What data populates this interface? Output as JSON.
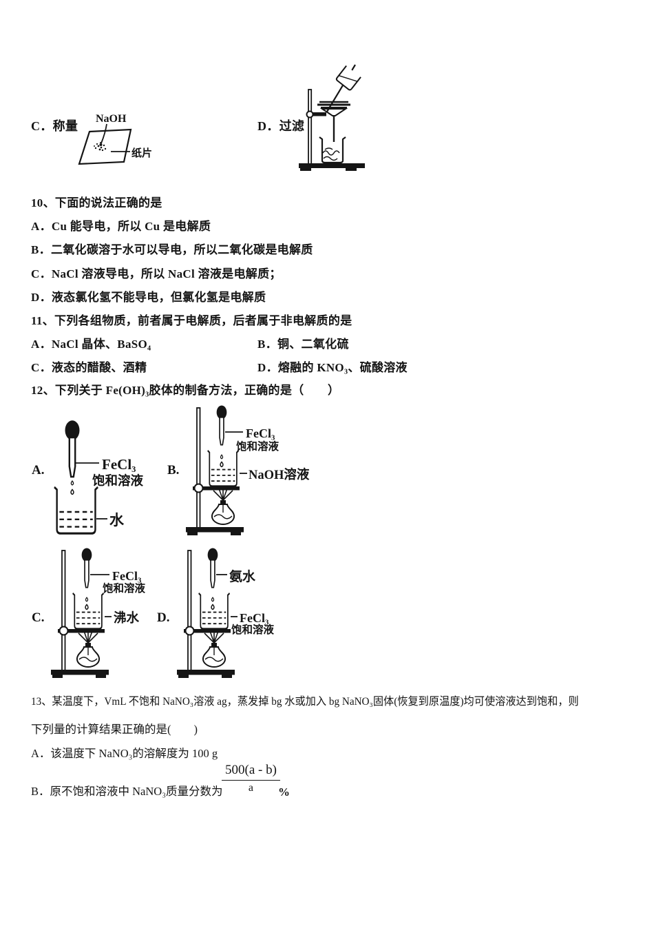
{
  "prev": {
    "option_c_label": "C．称量",
    "weighing": {
      "substance": "NaOH",
      "paper": "纸片"
    },
    "option_d_label": "D．过滤"
  },
  "q10": {
    "stem": "10、下面的说法正确的是",
    "opt_a": "A．Cu 能导电，所以 Cu 是电解质",
    "opt_b": "B．二氧化碳溶于水可以导电，所以二氧化碳是电解质",
    "opt_c": "C．NaCl 溶液导电，所以 NaCl 溶液是电解质；",
    "opt_d": "D．液态氯化氢不能导电，但氯化氢是电解质"
  },
  "q11": {
    "stem": "11、下列各组物质，前者属于电解质，后者属于非电解质的是",
    "opt_a": "A．NaCl 晶体、BaSO₄",
    "opt_b": "B．铜、二氧化硫",
    "opt_c": "C．液态的醋酸、酒精",
    "opt_d": "D．熔融的 KNO₃、硫酸溶液"
  },
  "q12": {
    "stem": "12、下列关于 Fe(OH)₃胶体的制备方法，正确的是（　　）",
    "diagram_a": {
      "label": "A.",
      "dropper_line1": "FeCl₃",
      "dropper_line2": "饱和溶液",
      "beaker": "水"
    },
    "diagram_b": {
      "label": "B.",
      "dropper_line1": "FeCl₃",
      "dropper_line2": "饱和溶液",
      "beaker": "NaOH溶液"
    },
    "diagram_c": {
      "label": "C.",
      "dropper_line1": "FeCl₃",
      "dropper_line2": "饱和溶液",
      "beaker": "沸水"
    },
    "diagram_d": {
      "label": "D.",
      "dropper": "氨水",
      "beaker_line1": "FeCl₃",
      "beaker_line2": "饱和溶液"
    }
  },
  "q13": {
    "stem_line1": "13、某温度下，VmL 不饱和 NaNO₃溶液 ag，蒸发掉 bg 水或加入 bg  NaNO₃固体(恢复到原温度)均可使溶液达到饱和，则",
    "stem_line2": "下列量的计算结果正确的是(　　)",
    "opt_a": "A．该温度下 NaNO₃的溶解度为 100  g",
    "opt_b_prefix": "B．原不饱和溶液中 NaNO₃质量分数为",
    "fraction_numerator": "500(a - b)",
    "fraction_denominator": "a",
    "opt_b_suffix": "%"
  }
}
